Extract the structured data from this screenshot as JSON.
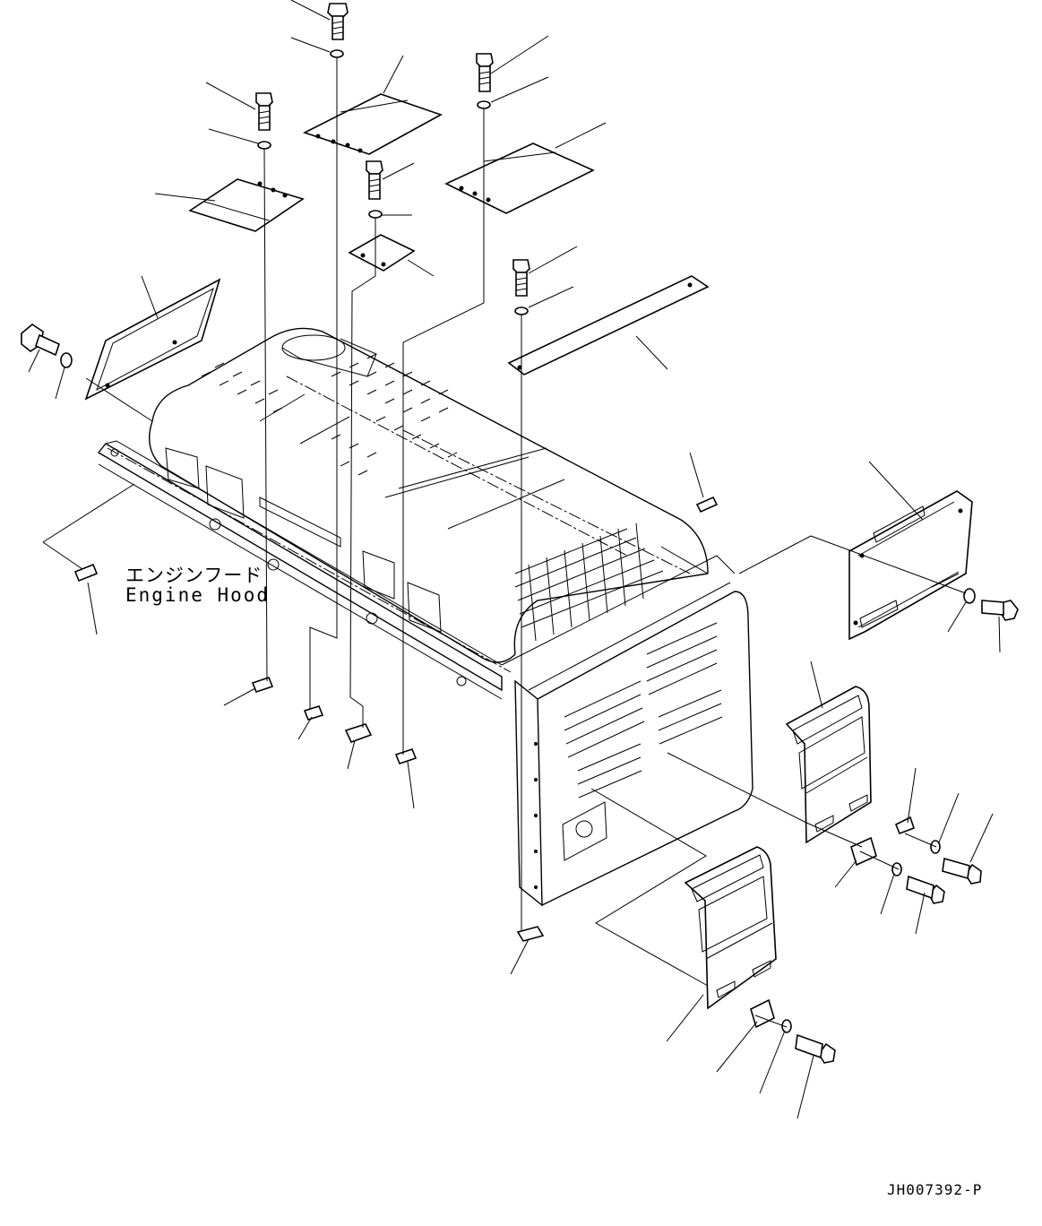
{
  "diagram": {
    "label_japanese": "エンジンフード",
    "label_english": "Engine Hood",
    "drawing_number": "JH007392-P"
  },
  "colors": {
    "line": "#000000",
    "background": "#ffffff"
  }
}
